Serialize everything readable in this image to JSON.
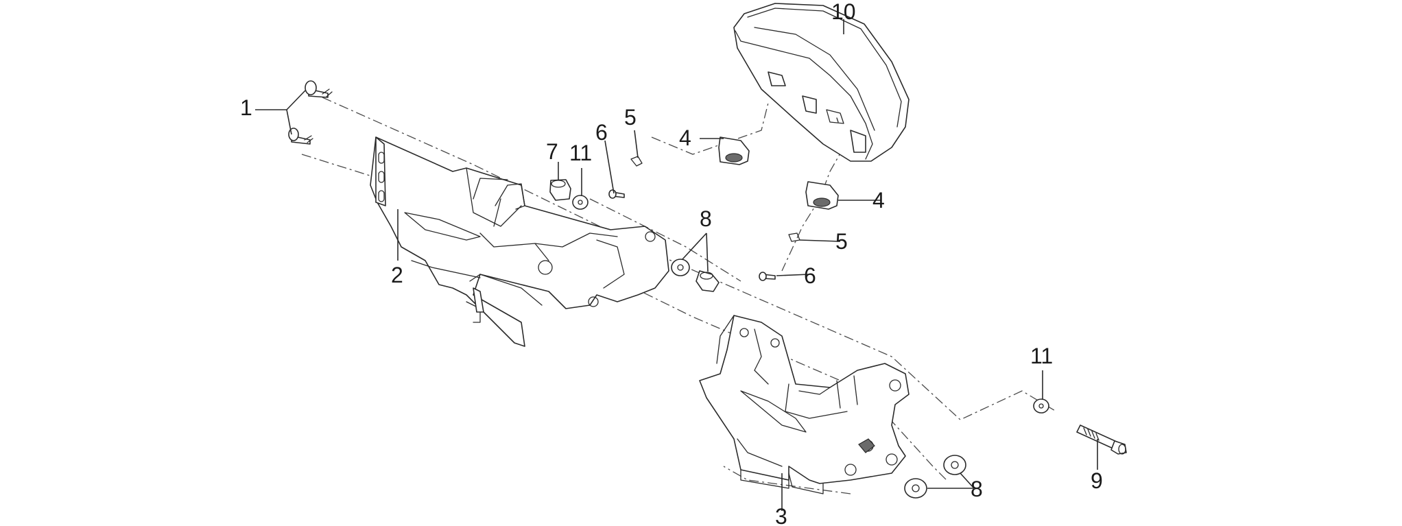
{
  "callouts": {
    "c1": "1",
    "c2": "2",
    "c3": "3",
    "c4a": "4",
    "c4b": "4",
    "c5a": "5",
    "c5b": "5",
    "c6a": "6",
    "c6b": "6",
    "c7": "7",
    "c8a": "8",
    "c8b": "8",
    "c9": "9",
    "c10": "10",
    "c11a": "11",
    "c11b": "11"
  },
  "colors": {
    "line": "#2a2a2a",
    "background": "#ffffff"
  }
}
